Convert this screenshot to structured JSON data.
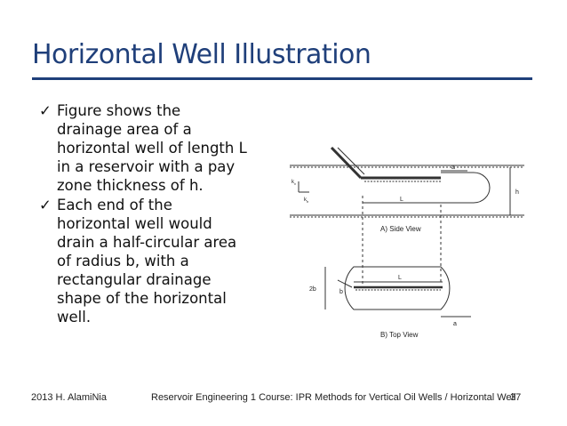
{
  "slide": {
    "title": "Horizontal Well Illustration",
    "bullets": [
      "Figure shows the drainage area of a horizontal well of length L in a reservoir with a pay zone thickness of h.",
      "Each end of the horizontal well would drain a half-circular area of radius b, with a rectangular drainage shape of the horizontal well."
    ],
    "bullet_lines": [
      [
        "Figure shows the",
        "drainage area of a",
        "horizontal well of length L",
        "in a reservoir with a pay",
        "zone thickness of h."
      ],
      [
        "Each end of the",
        "horizontal well would",
        "drain a half-circular area",
        "of radius b, with a",
        "rectangular drainage",
        "shape of the horizontal",
        "well."
      ]
    ]
  },
  "figure": {
    "side_label": "A) Side View",
    "top_label": "B) Top View",
    "labels": {
      "a": "a",
      "h": "h",
      "L": "L",
      "b": "b",
      "two_b": "2b",
      "kv": "k",
      "kv_sub": "v",
      "kh": "k",
      "kh_sub": "h"
    }
  },
  "footer": {
    "left": "2013 H. AlamiNia",
    "center": "Reservoir Engineering 1 Course: IPR Methods for Vertical Oil Wells / Horizontal Well",
    "page": "37"
  }
}
